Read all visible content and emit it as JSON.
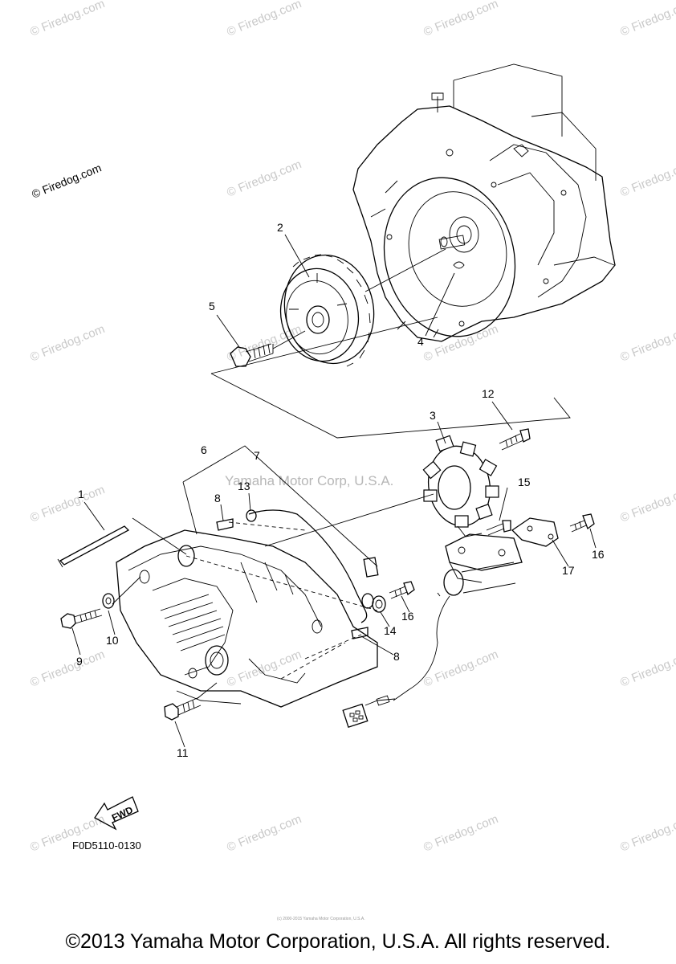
{
  "diagram": {
    "watermark_site": "© Firedog.com",
    "watermark_corner": "© Firedog.com",
    "watermark_center": "Yamaha Motor Corp, U.S.A.",
    "drawing_code": "F0D5110-0130",
    "fwd_label": "FWD",
    "tiny_note": "(c) 2000-2015 Yamaha Motor Corporation, U.S.A.",
    "callouts": [
      "1",
      "2",
      "3",
      "4",
      "5",
      "6",
      "7",
      "8",
      "8",
      "9",
      "10",
      "11",
      "12",
      "13",
      "14",
      "15",
      "16",
      "16",
      "17"
    ]
  },
  "footer": {
    "copyright": "©2013 Yamaha Motor Corporation, U.S.A. All rights reserved."
  }
}
